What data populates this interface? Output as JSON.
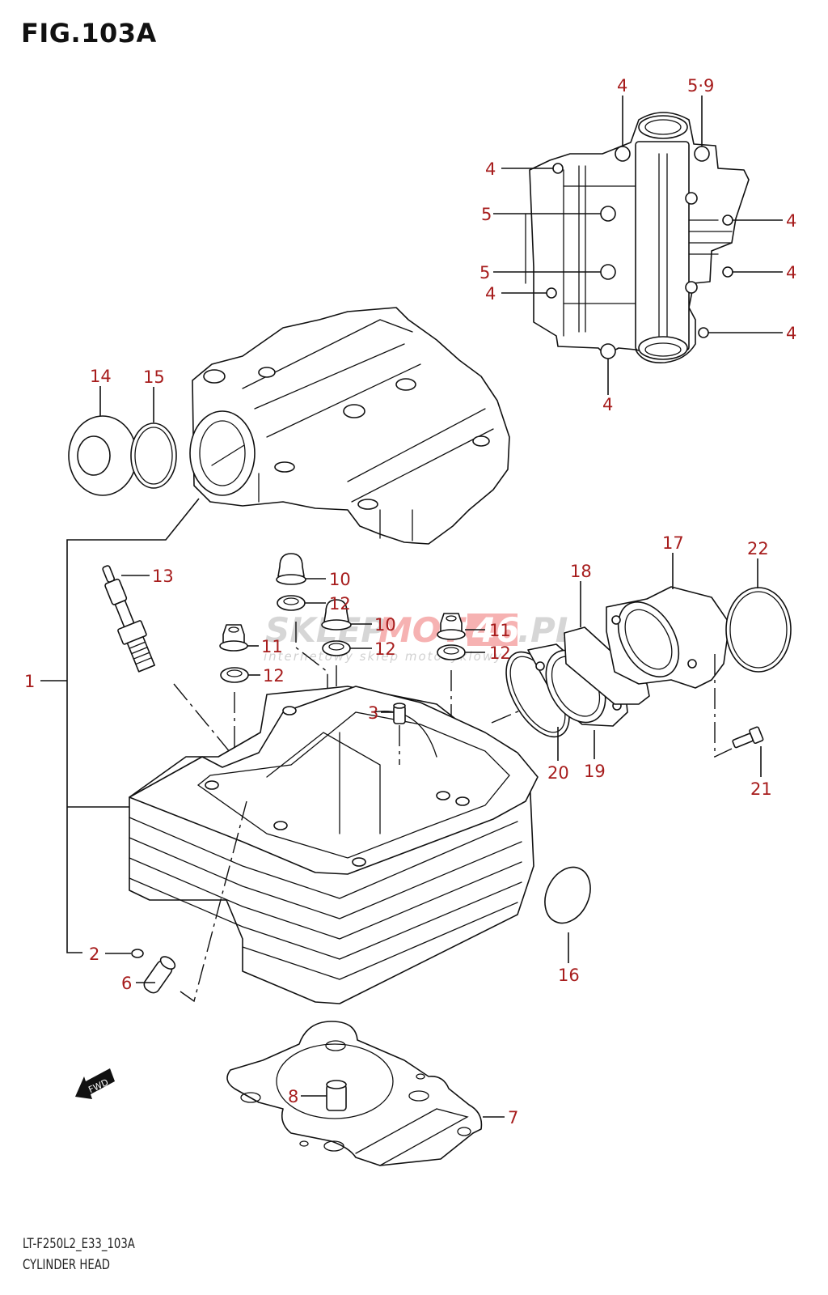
{
  "figure": {
    "title": "FIG.103A",
    "code": "LT-F250L2_E33_103A",
    "name": "CYLINDER HEAD"
  },
  "watermark": {
    "text_a": "SKLEP",
    "text_b": "MOTO",
    "text_c": "46",
    "text_d": ".PL",
    "tagline": "internetowy sklep motocyklowy",
    "color_gray": "#c8c8c8",
    "color_red": "#f4a3a3"
  },
  "label_color": "#a71d1d",
  "fwd_label": "FWD",
  "callouts": {
    "c1": "1",
    "c2": "2",
    "c3": "3",
    "c4a": "4",
    "c4b": "4",
    "c4c": "4",
    "c4d": "4",
    "c4e": "4",
    "c4f": "4",
    "c4g": "4",
    "c5a": "5",
    "c5b": "5",
    "c59": "5·9",
    "c6": "6",
    "c7": "7",
    "c8": "8",
    "c10a": "10",
    "c10b": "10",
    "c11a": "11",
    "c11b": "11",
    "c12a": "12",
    "c12b": "12",
    "c12c": "12",
    "c12d": "12",
    "c13": "13",
    "c14": "14",
    "c15": "15",
    "c16": "16",
    "c17": "17",
    "c18": "18",
    "c19": "19",
    "c20": "20",
    "c21": "21",
    "c22": "22"
  },
  "parts": [
    {
      "ref": "1",
      "name": "cylinder-head-assembly"
    },
    {
      "ref": "2",
      "name": "clip"
    },
    {
      "ref": "3",
      "name": "pin"
    },
    {
      "ref": "4",
      "name": "bolt-hole"
    },
    {
      "ref": "5",
      "name": "bolt-hole"
    },
    {
      "ref": "6",
      "name": "dowel-pin"
    },
    {
      "ref": "7",
      "name": "cylinder-head-gasket"
    },
    {
      "ref": "8",
      "name": "dowel-pin"
    },
    {
      "ref": "10",
      "name": "cap-nut"
    },
    {
      "ref": "11",
      "name": "nut"
    },
    {
      "ref": "12",
      "name": "washer"
    },
    {
      "ref": "13",
      "name": "spark-plug"
    },
    {
      "ref": "14",
      "name": "cap"
    },
    {
      "ref": "15",
      "name": "o-ring"
    },
    {
      "ref": "16",
      "name": "plug"
    },
    {
      "ref": "17",
      "name": "intake-pipe"
    },
    {
      "ref": "18",
      "name": "insulator"
    },
    {
      "ref": "19",
      "name": "gasket"
    },
    {
      "ref": "20",
      "name": "o-ring"
    },
    {
      "ref": "21",
      "name": "bolt"
    },
    {
      "ref": "22",
      "name": "clamp"
    }
  ]
}
